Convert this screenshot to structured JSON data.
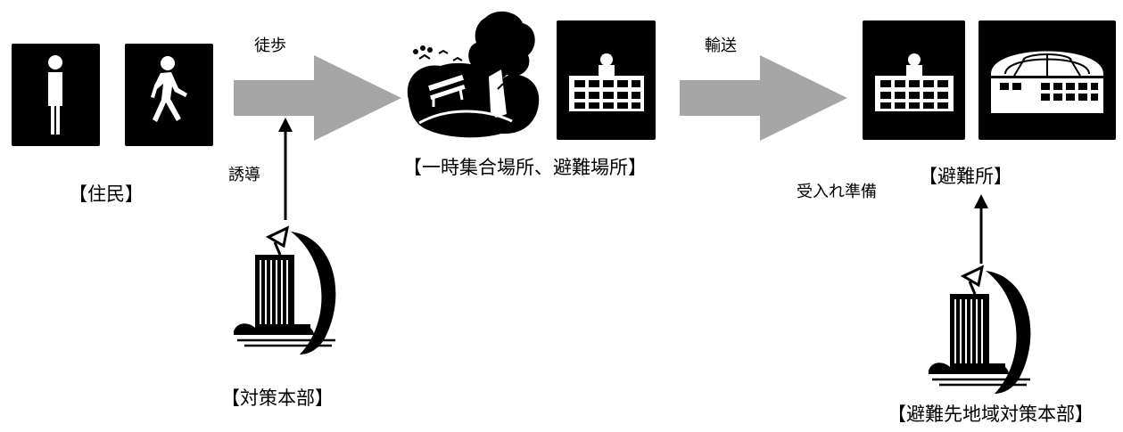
{
  "labels": {
    "residents": "【住民】",
    "walk": "徒歩",
    "guidance": "誘導",
    "hq": "【対策本部】",
    "assembly": "【一時集合場所、避難場所】",
    "transport": "輸送",
    "acceptance_prep": "受入れ準備",
    "shelter": "【避難所】",
    "destination_hq": "【避難先地域対策本部】"
  },
  "icons": [
    "standing-person-icon",
    "walking-person-icon",
    "park-icon",
    "school-building-icon",
    "gymnasium-icon",
    "city-hall-icon"
  ],
  "colors": {
    "arrow_gray": "#a6a6a6",
    "tile_black": "#000000"
  }
}
